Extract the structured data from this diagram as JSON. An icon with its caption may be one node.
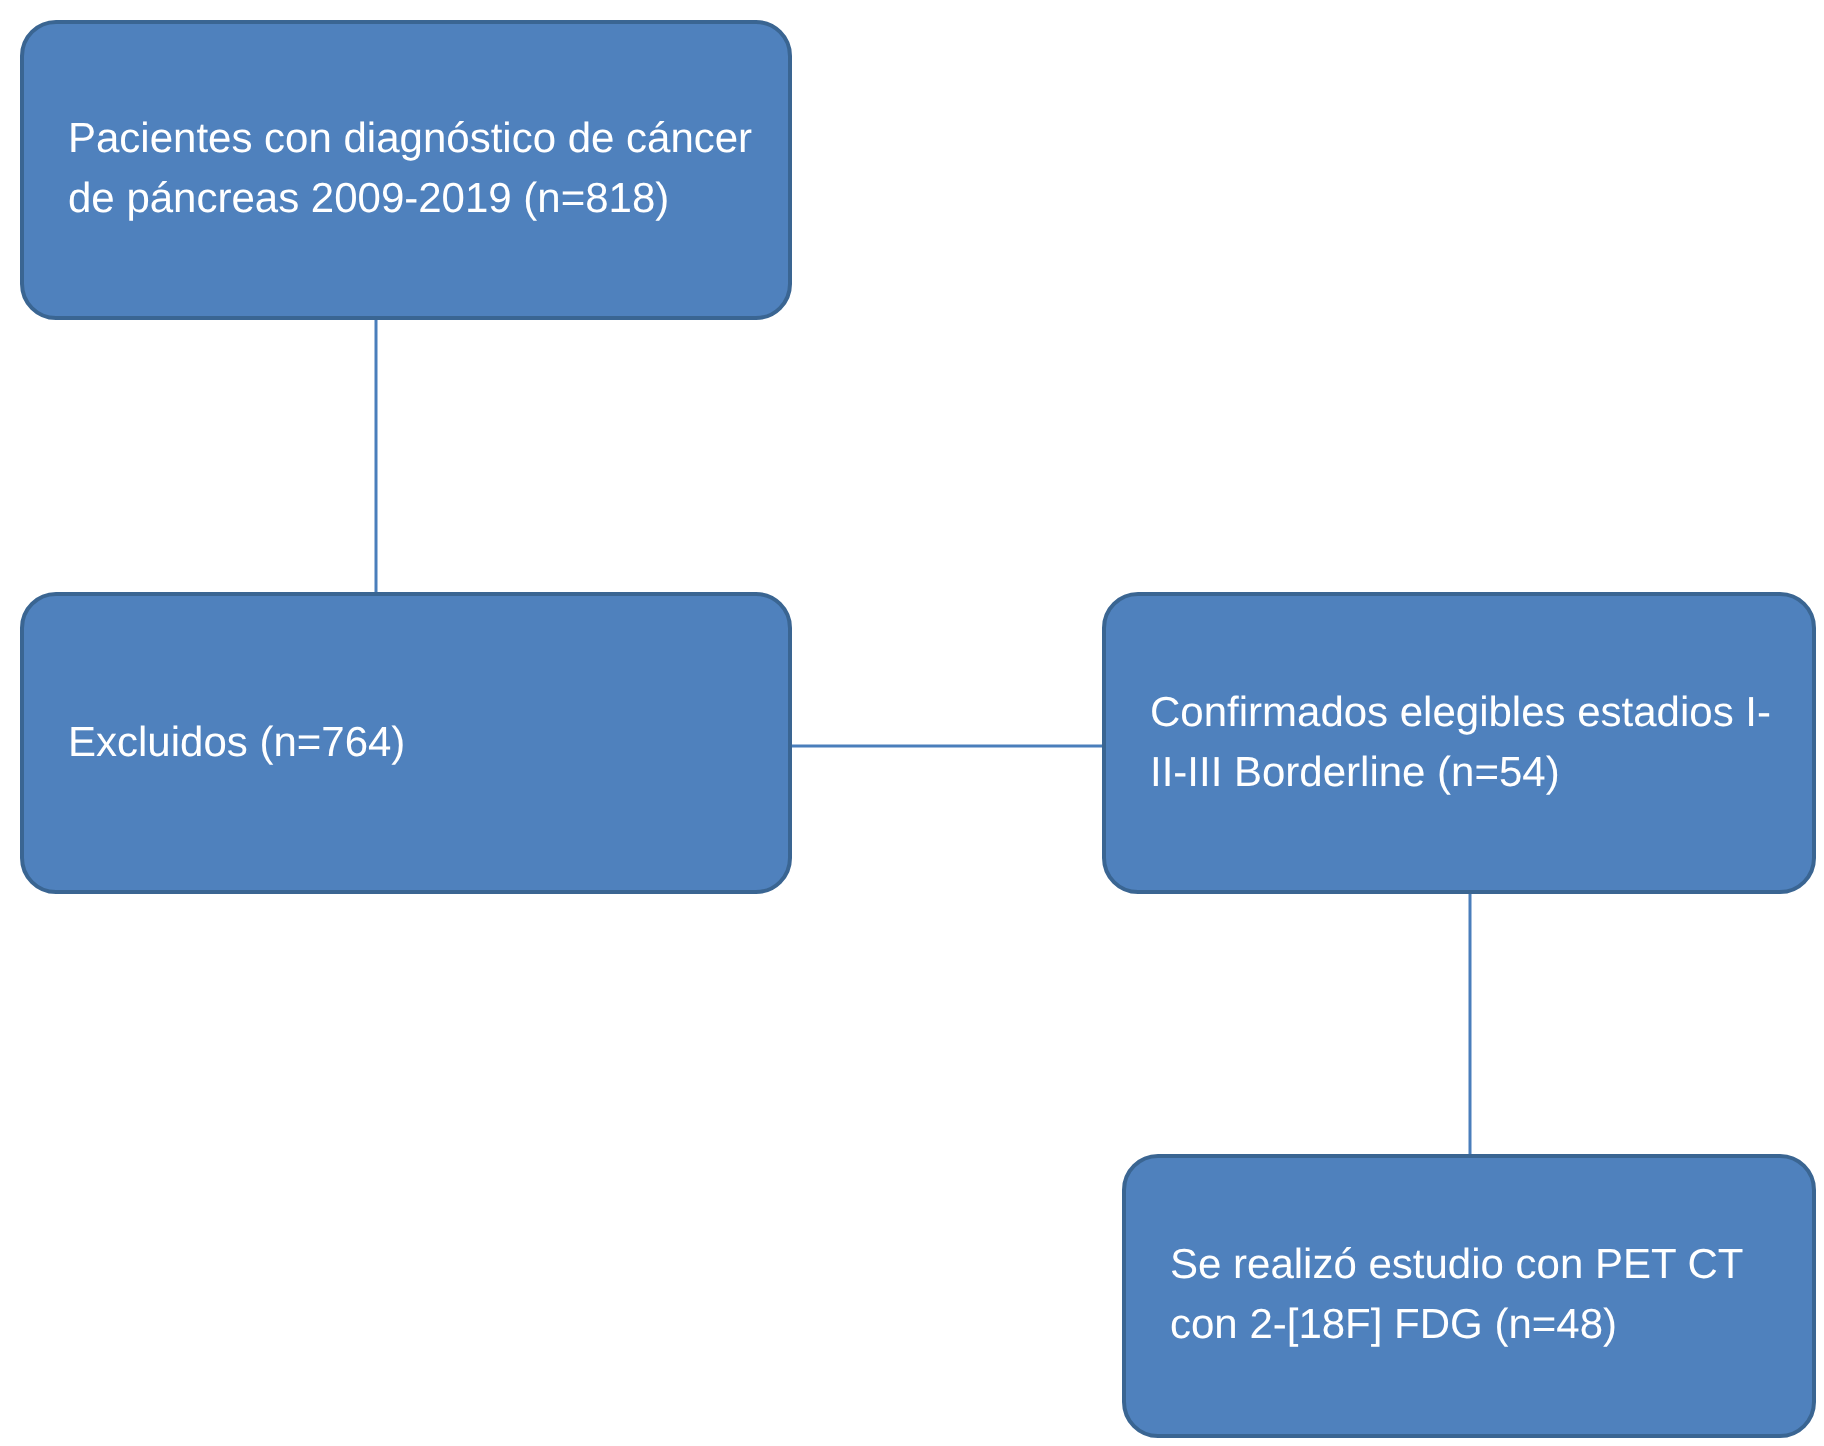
{
  "diagram": {
    "nodes": [
      {
        "text": [
          "Pacientes con diagnóstico de cáncer de páncreas 2009-2019 (n=818)"
        ]
      },
      {
        "text": [
          "Excluidos (n=764)"
        ]
      },
      {
        "text": [
          "Confirmados elegibles estadios I-II-III Borderline (n=54)"
        ]
      },
      {
        "text": [
          "Se realizó estudio con PET CT con 2-[18F] FDG (n=48)"
        ]
      }
    ],
    "edges": [
      {
        "from": 0,
        "to": 1,
        "arrow": "none"
      },
      {
        "from": 1,
        "to": 2,
        "arrow": "none"
      },
      {
        "from": 2,
        "to": 3,
        "arrow": "none"
      }
    ]
  }
}
